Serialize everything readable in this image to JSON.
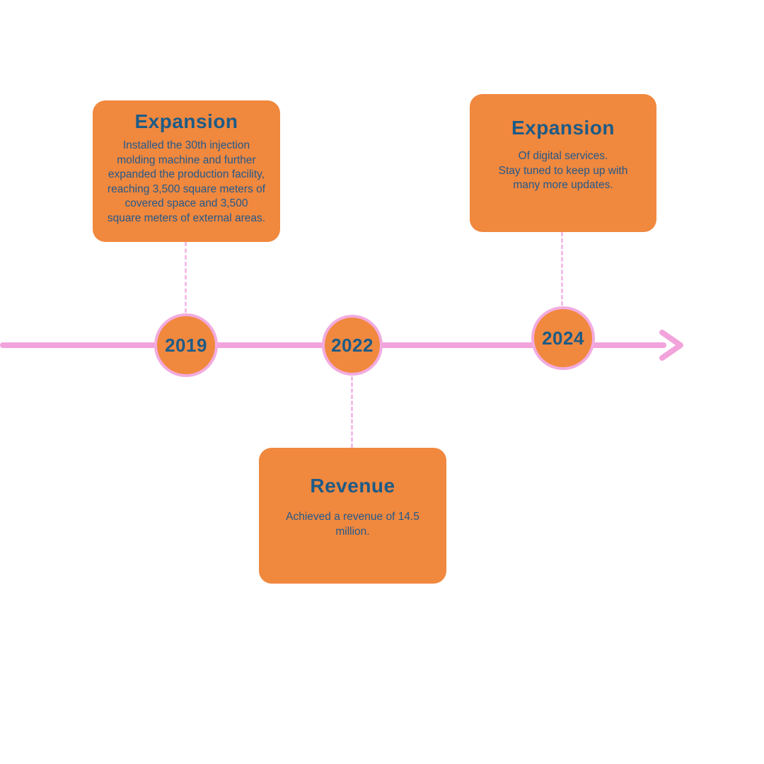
{
  "colors": {
    "accent_orange": "#f0883e",
    "timeline_pink": "#f2a3dc",
    "text_blue": "#1d5b87"
  },
  "timeline": {
    "milestones": [
      {
        "year": "2019",
        "title": "Expansion",
        "body": "Installed the 30th injection molding machine and further expanded the production facility, reaching 3,500 square meters of covered space and 3,500 square meters of external areas.",
        "position": "above"
      },
      {
        "year": "2022",
        "title": "Revenue",
        "body": "Achieved a revenue of 14.5\nmillion.",
        "position": "below"
      },
      {
        "year": "2024",
        "title": "Expansion",
        "body": "Of digital services.\nStay tuned to keep up with many more updates.",
        "position": "above"
      }
    ]
  }
}
